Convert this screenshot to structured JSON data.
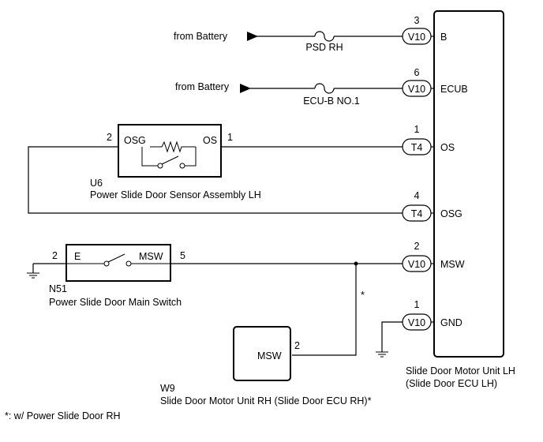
{
  "battery_inputs": [
    {
      "label": "from Battery",
      "fuse": "PSD RH",
      "pin_num": "3",
      "connector": "V10",
      "terminal": "B"
    },
    {
      "label": "from Battery",
      "fuse": "ECU-B NO.1",
      "pin_num": "6",
      "connector": "V10",
      "terminal": "ECUB"
    }
  ],
  "ecu_lh": {
    "name_line1": "Slide Door Motor Unit LH",
    "name_line2": "(Slide Door ECU LH)",
    "pins": {
      "os": {
        "num": "1",
        "connector": "T4",
        "terminal": "OS"
      },
      "osg": {
        "num": "4",
        "connector": "T4",
        "terminal": "OSG"
      },
      "msw": {
        "num": "2",
        "connector": "V10",
        "terminal": "MSW"
      },
      "gnd": {
        "num": "1",
        "connector": "V10",
        "terminal": "GND"
      }
    }
  },
  "sensor": {
    "id": "U6",
    "name": "Power Slide Door Sensor Assembly LH",
    "left_terminal": "OSG",
    "right_terminal": "OS",
    "left_pin": "2",
    "right_pin": "1"
  },
  "main_switch": {
    "id": "N51",
    "name": "Power Slide Door Main Switch",
    "left_terminal": "E",
    "right_terminal": "MSW",
    "left_pin": "2",
    "right_pin": "5"
  },
  "motor_rh": {
    "id": "W9",
    "name": "Slide Door Motor Unit RH (Slide Door ECU RH)*",
    "terminal": "MSW",
    "pin": "2"
  },
  "optional_mark": "*",
  "footnote": "*: w/ Power Slide Door RH"
}
